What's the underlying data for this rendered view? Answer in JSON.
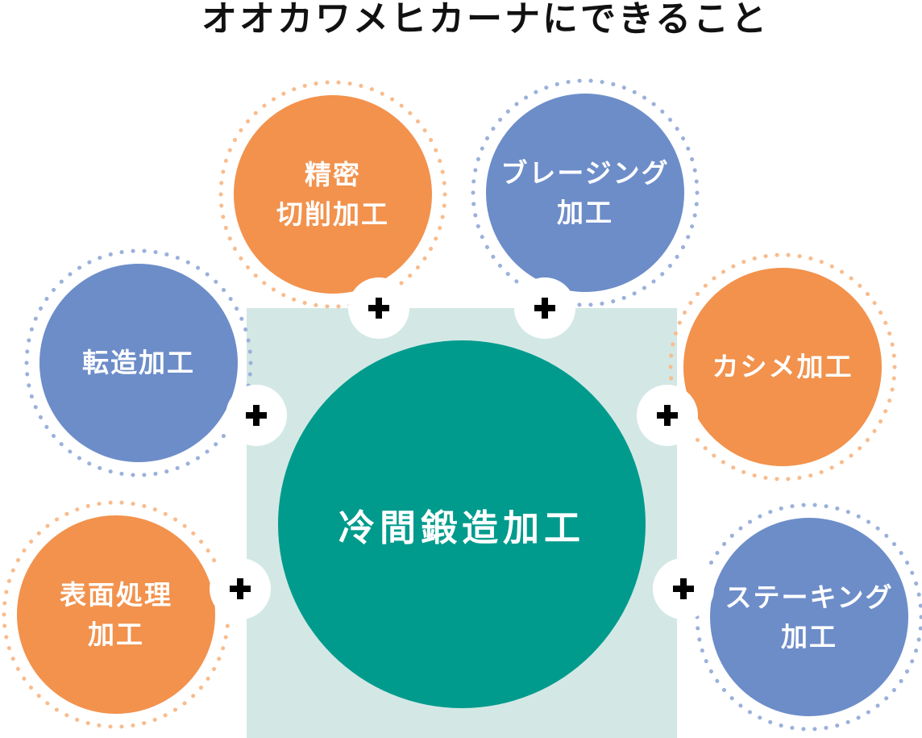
{
  "title": "オオカワメヒカーナにできること",
  "colors": {
    "background": "#FFFFFF",
    "square_background": "#D3E8E5",
    "center_circle": "#009B8D",
    "orange_circle": "#F2924D",
    "orange_ring_dots": "#F8BC8E",
    "blue_circle": "#6D8DC9",
    "blue_ring_dots": "#9BB1DA",
    "circle_text": "#FFFFFF",
    "title_text": "#111111",
    "plus_symbol_color": "#000000",
    "plus_circle_background": "#FFFFFF"
  },
  "center": {
    "label": "冷間鍛造加工",
    "fill": "#009B8D"
  },
  "satellites": [
    {
      "name": "precision-cutting",
      "lines": [
        "精密",
        "切削加工"
      ],
      "fill": "#F2924D",
      "ring": "#F8BC8E"
    },
    {
      "name": "brazing",
      "lines": [
        "ブレージング",
        "加工"
      ],
      "fill": "#6D8DC9",
      "ring": "#9BB1DA"
    },
    {
      "name": "thread-rolling",
      "lines": [
        "転造加工"
      ],
      "fill": "#6D8DC9",
      "ring": "#9BB1DA"
    },
    {
      "name": "crimping",
      "lines": [
        "カシメ加工"
      ],
      "fill": "#F2924D",
      "ring": "#F8BC8E"
    },
    {
      "name": "surface-treatment",
      "lines": [
        "表面処理",
        "加工"
      ],
      "fill": "#F2924D",
      "ring": "#F8BC8E"
    },
    {
      "name": "staking",
      "lines": [
        "ステーキング",
        "加工"
      ],
      "fill": "#6D8DC9",
      "ring": "#9BB1DA"
    }
  ],
  "connectors": {
    "plus_symbol": "+",
    "count": 6
  }
}
